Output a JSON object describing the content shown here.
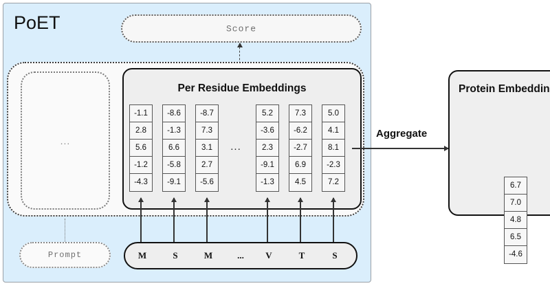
{
  "diagram": {
    "title": "PoET",
    "panel_color": "#daeefc"
  },
  "score": {
    "label": "Score"
  },
  "prompt": {
    "label": "Prompt",
    "context_ellipsis": "..."
  },
  "per_residue": {
    "title": "Per Residue Embeddings",
    "gap_ellipsis": "...",
    "columns": [
      {
        "values": [
          "-1.1",
          "2.8",
          "5.6",
          "-1.2",
          "-4.3"
        ]
      },
      {
        "values": [
          "-8.6",
          "-1.3",
          "6.6",
          "-5.8",
          "-9.1"
        ]
      },
      {
        "values": [
          "-8.7",
          "7.3",
          "3.1",
          "2.7",
          "-5.6"
        ]
      },
      {
        "values": [
          "5.2",
          "-3.6",
          "2.3",
          "-9.1",
          "-1.3"
        ]
      },
      {
        "values": [
          "7.3",
          "-6.2",
          "-2.7",
          "6.9",
          "4.5"
        ]
      },
      {
        "values": [
          "5.0",
          "4.1",
          "8.1",
          "-2.3",
          "7.2"
        ]
      }
    ]
  },
  "sequence": {
    "tokens": [
      "M",
      "S",
      "M",
      "...",
      "V",
      "T",
      "S"
    ]
  },
  "aggregate": {
    "label": "Aggregate"
  },
  "protein_embedding": {
    "title": "Protein Embedding",
    "values": [
      "6.7",
      "7.0",
      "4.8",
      "6.5",
      "-4.6"
    ]
  }
}
